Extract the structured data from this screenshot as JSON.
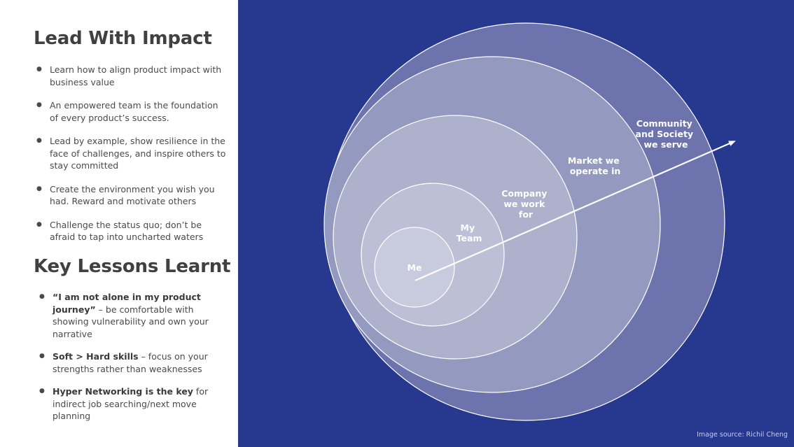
{
  "left": {
    "impact_heading": "Lead With Impact",
    "impact_items": [
      "Learn how to align product impact with business value",
      "An empowered team is  the foundation of every product’s success.",
      "Lead by example, show resilience in the face of challenges, and inspire others to stay committed",
      "Create the environment you wish you had. Reward and motivate others",
      "Challenge the status quo; don’t be afraid to tap into uncharted waters"
    ],
    "lessons_heading": "Key Lessons Learnt",
    "lessons": [
      {
        "bold": "“I am not alone in my product journey”",
        "rest": " – be comfortable with showing vulnerability and own your narrative"
      },
      {
        "bold": "Soft > Hard skills",
        "rest": " – focus on your strengths rather than weaknesses"
      },
      {
        "bold": "Hyper Networking is the key",
        "rest": " for indirect job searching/next move planning"
      }
    ]
  },
  "diagram": {
    "labels": {
      "me": "Me",
      "team": [
        "My",
        "Team"
      ],
      "company": [
        "Company",
        "we work",
        "for"
      ],
      "market": [
        "Market we",
        "operate in"
      ],
      "community": [
        "Community",
        "and Society",
        "we serve"
      ]
    },
    "source": "Image source: Richil Cheng"
  },
  "colors": {
    "background": "#27398f",
    "circle_outer": "#6d73ad",
    "circle_market": "#9399bf",
    "circle_company": "#aeb1cc",
    "circle_team": "#bdbfd6",
    "circle_me": "#c8cade"
  }
}
